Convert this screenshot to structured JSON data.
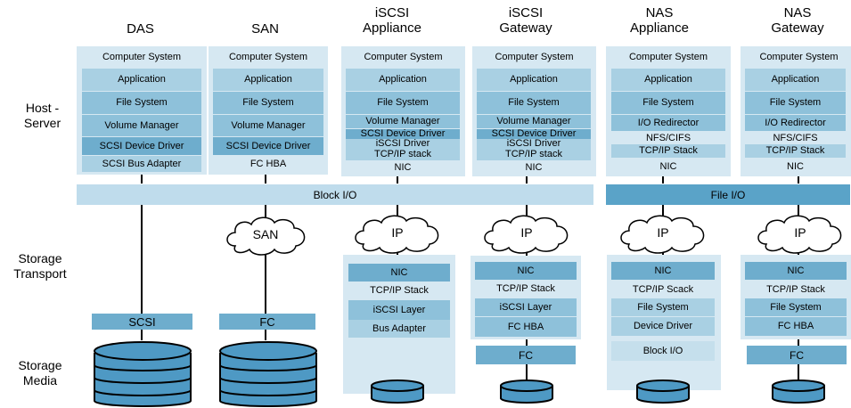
{
  "columns": [
    {
      "id": "das",
      "header": [
        "DAS"
      ]
    },
    {
      "id": "san",
      "header": [
        "SAN"
      ]
    },
    {
      "id": "iscsi_appliance",
      "header": [
        "iSCSI",
        "Appliance"
      ]
    },
    {
      "id": "iscsi_gateway",
      "header": [
        "iSCSI",
        "Gateway"
      ]
    },
    {
      "id": "nas_appliance",
      "header": [
        "NAS",
        "Appliance"
      ]
    },
    {
      "id": "nas_gateway",
      "header": [
        "NAS",
        "Gateway"
      ]
    }
  ],
  "row_labels": {
    "host_server": [
      "Host -",
      "Server"
    ],
    "storage_transport": [
      "Storage",
      "Transport"
    ],
    "storage_media": [
      "Storage",
      "Media"
    ]
  },
  "host_stacks": {
    "das": [
      "Computer System",
      "Application",
      "File System",
      "Volume Manager",
      "SCSI Device Driver",
      "SCSI Bus Adapter"
    ],
    "san": [
      "Computer System",
      "Application",
      "File System",
      "Volume Manager",
      "SCSI Device Driver",
      "FC HBA"
    ],
    "iscsi_appliance": [
      "Computer System",
      "Application",
      "File System",
      "Volume Manager",
      "SCSI Device Driver",
      "iSCSI Driver",
      "TCP/IP stack",
      "NIC"
    ],
    "iscsi_gateway": [
      "Computer System",
      "Application",
      "File System",
      "Volume Manager",
      "SCSI Device Driver",
      "iSCSI Driver",
      "TCP/IP stack",
      "NIC"
    ],
    "nas_appliance": [
      "Computer System",
      "Application",
      "File System",
      "I/O Redirector",
      "NFS/CIFS",
      "TCP/IP Stack",
      "NIC"
    ],
    "nas_gateway": [
      "Computer System",
      "Application",
      "File System",
      "I/O Redirector",
      "NFS/CIFS",
      "TCP/IP Stack",
      "NIC"
    ]
  },
  "io_bars": {
    "block": "Block I/O",
    "file": "File I/O"
  },
  "clouds": {
    "san": "SAN",
    "iscsi_appliance": "IP",
    "iscsi_gateway": "IP",
    "nas_appliance": "IP",
    "nas_gateway": "IP"
  },
  "transport_boxes": {
    "das": "SCSI",
    "san": "FC"
  },
  "storage_stacks": {
    "iscsi_appliance": [
      "NIC",
      "TCP/IP Stack",
      "iSCSI Layer",
      "Bus Adapter"
    ],
    "iscsi_gateway": [
      "NIC",
      "TCP/IP Stack",
      "iSCSI Layer",
      "FC HBA"
    ],
    "nas_appliance": [
      "NIC",
      "TCP/IP Scack",
      "File System",
      "Device Driver",
      "Block I/O"
    ],
    "nas_gateway": [
      "NIC",
      "TCP/IP Stack",
      "File System",
      "FC HBA"
    ]
  },
  "gateway_links": {
    "iscsi_gateway": "FC",
    "nas_gateway": "FC"
  },
  "colors": {
    "panel": "#d6e8f2",
    "layer_light": "#a9d0e3",
    "layer_mid": "#8ec1da",
    "layer_dark": "#6eadcd",
    "file_io": "#5aa3c8",
    "disk": "#4e99c4"
  }
}
